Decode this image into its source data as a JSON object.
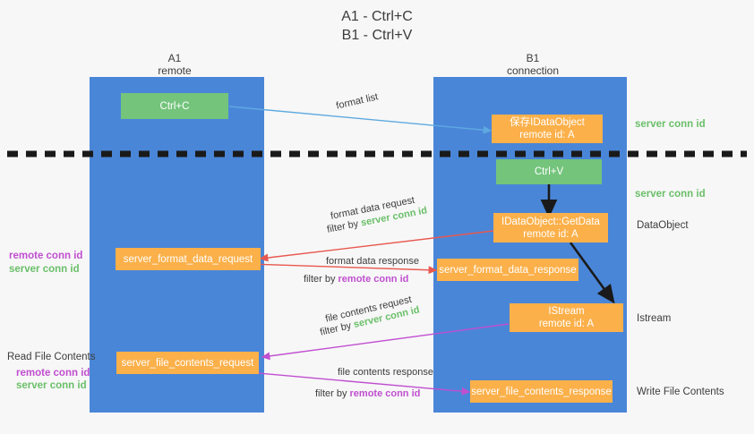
{
  "title": "A1 - Ctrl+C\nB1 - Ctrl+V",
  "columns": {
    "left": "A1\nremote",
    "right": "B1\nconnection"
  },
  "colors": {
    "lane": "#4a86d8",
    "green_node": "#74c47c",
    "orange_node": "#fbb04a",
    "server_conn_id": "#6abf69",
    "remote_conn_id": "#c04fd0",
    "arrow_blue": "#5ea9e0",
    "arrow_red": "#e8584f",
    "arrow_magenta": "#c04fd0",
    "arrow_black": "#1a1a1a"
  },
  "nodes": {
    "ctrl_c": "Ctrl+C",
    "ctrl_v": "Ctrl+V",
    "store_idataobject": "保存IDataObject\nremote id: A",
    "getdata": "IDataObject::GetData\nremote id: A",
    "istream": "IStream\nremote id: A",
    "format_data_request": "server_format_data_request",
    "format_data_response": "server_format_data_response",
    "file_contents_request": "server_file_contents_request",
    "file_contents_response": "server_file_contents_response"
  },
  "edge_labels": {
    "format_list": "format list",
    "format_data_request": "format data request",
    "format_data_request_filter_prefix": "filter by ",
    "format_data_request_filter_key": "server conn id",
    "format_data_response": "format data response",
    "format_data_response_filter_prefix": "filter by ",
    "format_data_response_filter_key": "remote conn id",
    "file_contents_request": "file contents request",
    "file_contents_request_filter_prefix": "filter by ",
    "file_contents_request_filter_key": "server conn id",
    "file_contents_response": "file contents response",
    "file_contents_response_filter_prefix": "filter by ",
    "file_contents_response_filter_key": "remote conn id"
  },
  "right_labels": {
    "server_conn_id_top": "server conn id",
    "server_conn_id_mid": "server conn id",
    "data_object": "DataObject",
    "istream": "Istream",
    "write_file_contents": "Write File Contents"
  },
  "left_labels": {
    "remote_conn_id_upper": "remote conn id",
    "server_conn_id_upper": "server conn id",
    "read_file_contents": "Read File Contents",
    "remote_conn_id_lower": "remote conn id",
    "server_conn_id_lower": "server conn id"
  }
}
